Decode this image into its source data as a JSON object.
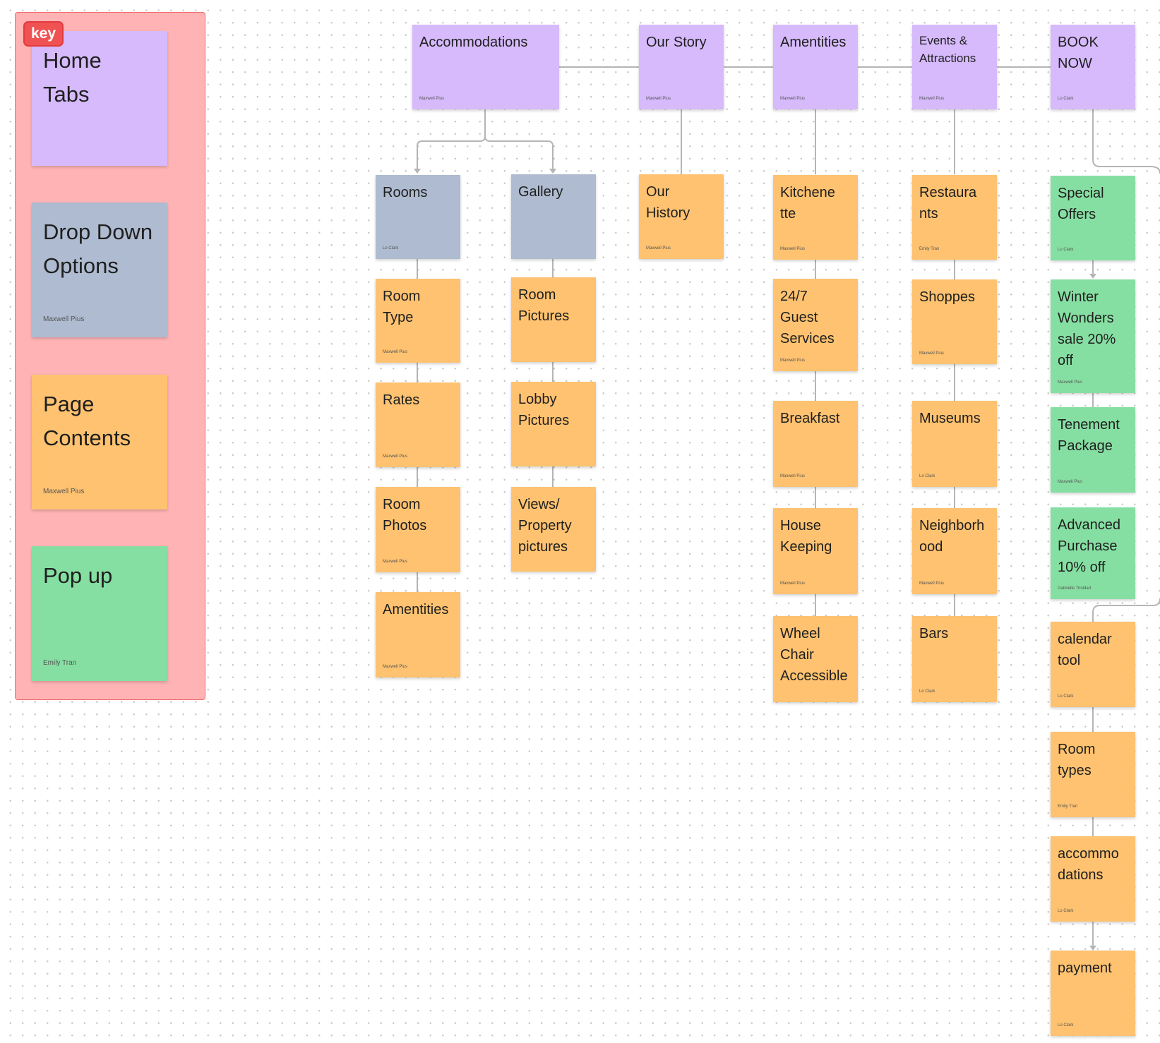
{
  "key": {
    "tag": "key",
    "items": [
      {
        "label": "Home\nTabs",
        "author": ""
      },
      {
        "label": "Drop Down\nOptions",
        "author": "Maxwell Pius"
      },
      {
        "label": "Page\nContents",
        "author": "Maxwell Pius"
      },
      {
        "label": "Pop up",
        "author": "Emily Tran"
      }
    ]
  },
  "tabs": [
    {
      "label": "Accommodations",
      "author": "Maxwell Pius"
    },
    {
      "label": "Our Story",
      "author": "Maxwell Pius"
    },
    {
      "label": "Amentities",
      "author": "Maxwell Pius"
    },
    {
      "label": "Events &\nAttractions",
      "author": "Maxwell Pius"
    },
    {
      "label": "BOOK\nNOW",
      "author": "Lo Clark"
    }
  ],
  "accommodations": {
    "rooms": {
      "label": "Rooms",
      "author": "Lo Clark"
    },
    "gallery": {
      "label": "Gallery",
      "author": ""
    },
    "rooms_items": [
      {
        "label": "Room\nType",
        "author": "Maxwell Pius"
      },
      {
        "label": "Rates",
        "author": "Maxwell Pius"
      },
      {
        "label": "Room\nPhotos",
        "author": "Maxwell Pius"
      },
      {
        "label": "Amentities",
        "author": "Maxwell Pius"
      }
    ],
    "gallery_items": [
      {
        "label": "Room\nPictures",
        "author": ""
      },
      {
        "label": "Lobby\nPictures",
        "author": ""
      },
      {
        "label": "Views/\nProperty\npictures",
        "author": ""
      }
    ]
  },
  "our_story_items": [
    {
      "label": "Our\nHistory",
      "author": "Maxwell Pius"
    }
  ],
  "amentities_items": [
    {
      "label": "Kitchene\ntte",
      "author": "Maxwell Pius"
    },
    {
      "label": "24/7\nGuest\nServices",
      "author": "Maxwell Pius"
    },
    {
      "label": "Breakfast",
      "author": "Maxwell Pius"
    },
    {
      "label": "House\nKeeping",
      "author": "Maxwell Pius"
    },
    {
      "label": "Wheel\nChair\nAccessible",
      "author": ""
    }
  ],
  "events_items": [
    {
      "label": "Restaura\nnts",
      "author": "Emily Tran"
    },
    {
      "label": "Shoppes",
      "author": "Maxwell Pius"
    },
    {
      "label": "Museums",
      "author": "Lo Clark"
    },
    {
      "label": "Neighborh\nood",
      "author": "Maxwell Pius"
    },
    {
      "label": "Bars",
      "author": "Lo Clark"
    }
  ],
  "book_now_items": [
    {
      "label": "Special\nOffers",
      "author": "Lo Clark"
    },
    {
      "label": "Winter\nWonders\nsale 20%\noff",
      "author": "Maxwell Pius"
    },
    {
      "label": "Tenement\nPackage",
      "author": "Maxwell Pius"
    },
    {
      "label": "Advanced\nPurchase\n10% off",
      "author": "Gabrielle Trinidad"
    },
    {
      "label": "calendar\ntool",
      "author": "Lo Clark"
    },
    {
      "label": "Room\ntypes",
      "author": "Emily Tran"
    },
    {
      "label": "accommo\ndations",
      "author": "Lo Clark"
    },
    {
      "label": "payment",
      "author": "Lo Clark"
    }
  ],
  "colors": {
    "home_tab": "#d6bafc",
    "drop_down": "#aebbd0",
    "page_contents": "#fec270",
    "pop_up": "#86dfa2",
    "key_panel": "#ffb3b5",
    "key_tag": "#f05152"
  }
}
